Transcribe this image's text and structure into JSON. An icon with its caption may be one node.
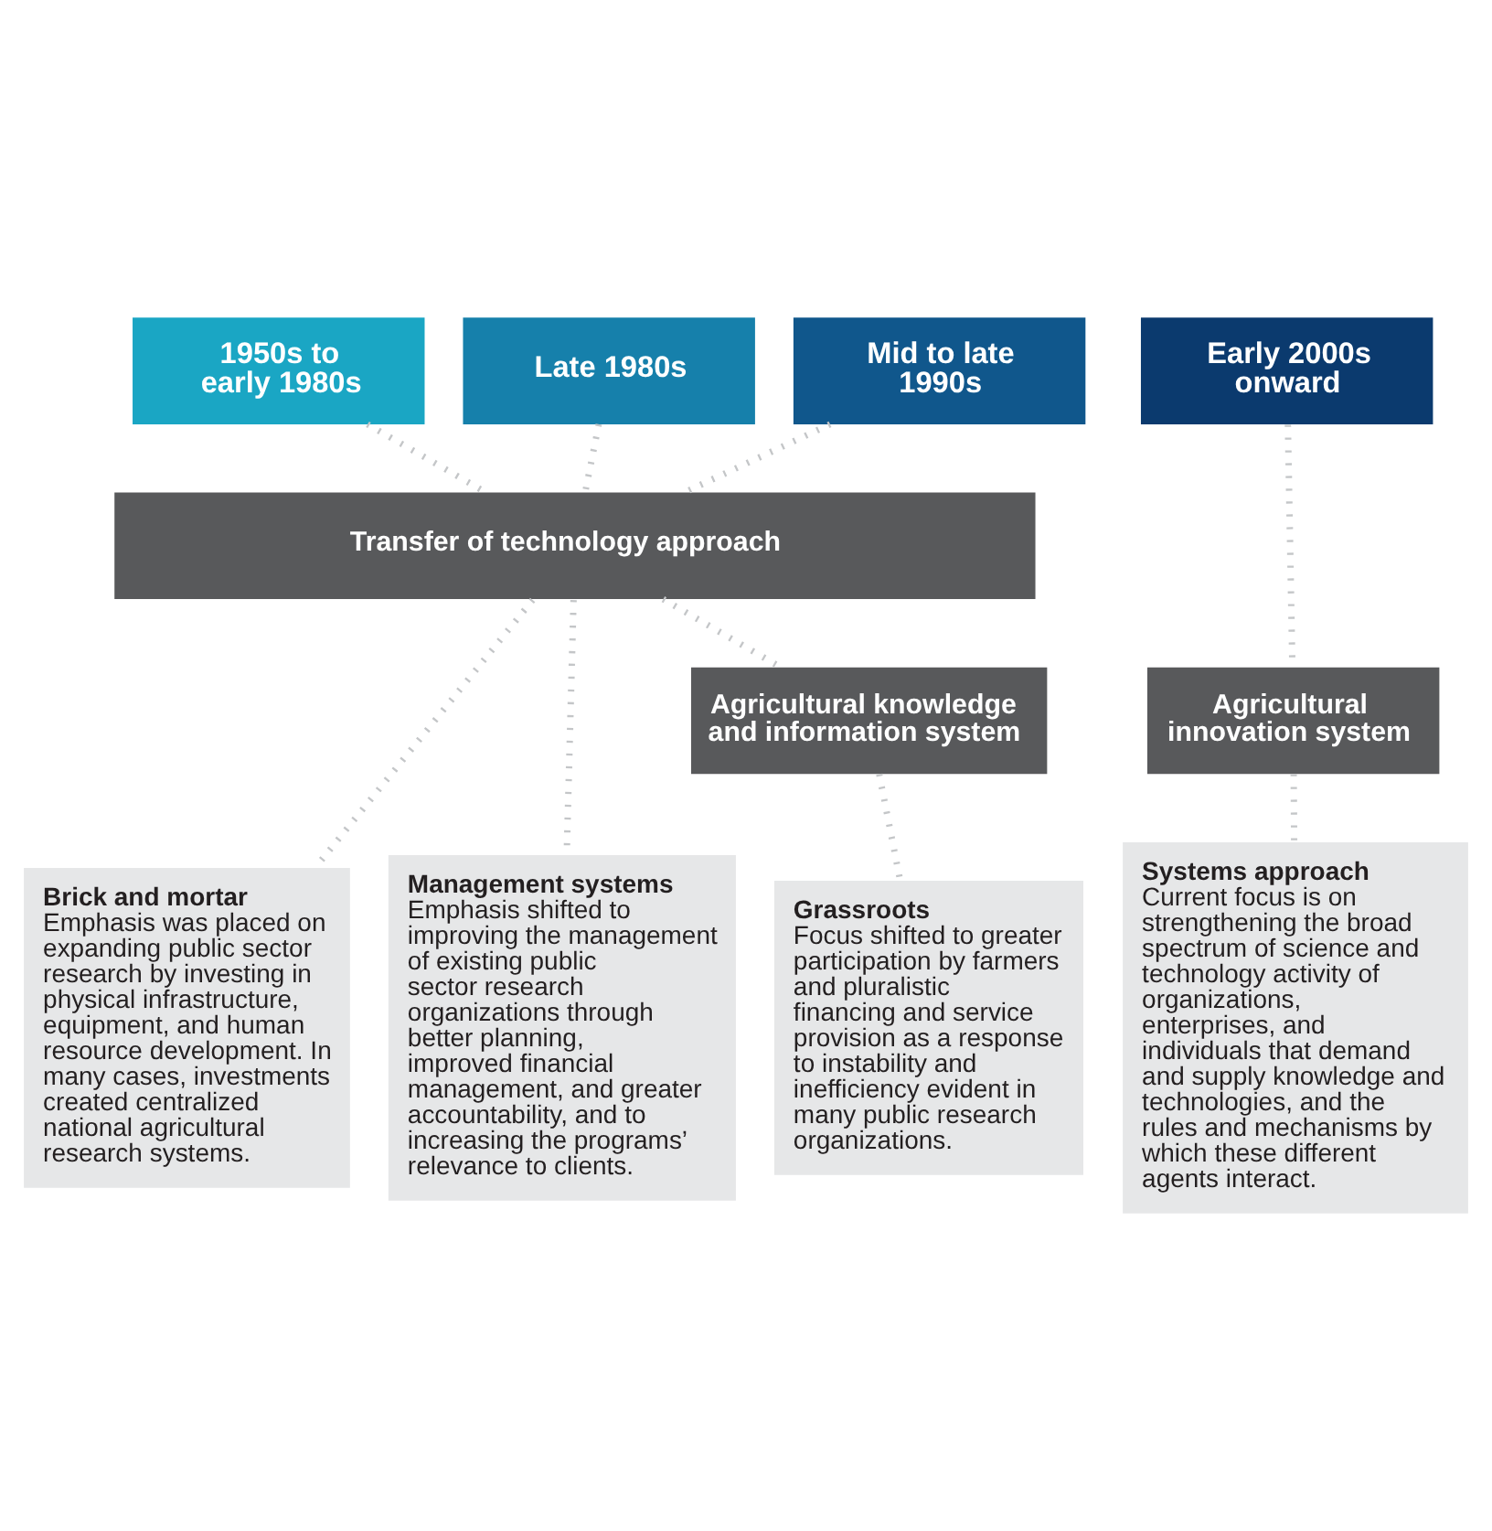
{
  "diagram": {
    "nodes": [
      {
        "text": [
          "1950s to early 1980s"
        ]
      },
      {
        "text": [
          "Late 1980s"
        ]
      },
      {
        "text": [
          "Mid to late 1990s"
        ]
      },
      {
        "text": [
          "Early 2000s onward"
        ]
      },
      {
        "text": [
          "Transfer of technology approach"
        ]
      },
      {
        "text": [
          "Agricultural knowledge and information system"
        ]
      },
      {
        "text": [
          "Agricultural innovation system"
        ]
      },
      {
        "text": [
          "Brick and mortar",
          "Emphasis was placed on expanding public sector research by investing in physical infrastructure, equipment, and human resource development. In many cases, investments created centralized national agricultural research systems."
        ]
      },
      {
        "text": [
          "Management systems",
          "Emphasis shifted to improving the management of existing public sector research organizations through better planning, improved financial management, and greater accountability, and to increasing the programs’ relevance to clients."
        ]
      },
      {
        "text": [
          "Grassroots",
          "Focus shifted to greater participation by farmers and pluralistic financing and service provision as a response to instability and inefficiency evident in many public research organizations."
        ]
      },
      {
        "text": [
          "Systems approach",
          "Current focus is on strengthening the broad spectrum of science and technology activity of organizations, enterprises, and individuals that demand and supply knowledge and technologies, and the rules and mechanisms by which these different agents interact."
        ]
      }
    ],
    "edges": [
      {
        "from": 0,
        "to": 4,
        "arrow": "none",
        "style": "dashed"
      },
      {
        "from": 4,
        "to": 7,
        "arrow": "none",
        "style": "dashed"
      },
      {
        "from": 1,
        "to": 4,
        "arrow": "none",
        "style": "dashed"
      },
      {
        "from": 4,
        "to": 8,
        "arrow": "none",
        "style": "dashed"
      },
      {
        "from": 2,
        "to": 4,
        "arrow": "none",
        "style": "dashed"
      },
      {
        "from": 4,
        "to": 5,
        "arrow": "none",
        "style": "dashed"
      },
      {
        "from": 5,
        "to": 9,
        "arrow": "none",
        "style": "dashed"
      },
      {
        "from": 3,
        "to": 6,
        "arrow": "none",
        "style": "dashed"
      },
      {
        "from": 6,
        "to": 10,
        "arrow": "none",
        "style": "dashed"
      }
    ]
  }
}
